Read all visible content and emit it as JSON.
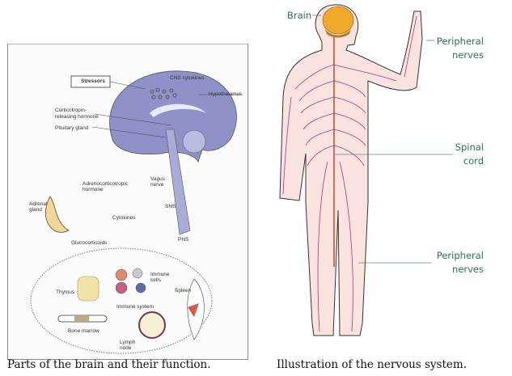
{
  "figures": [
    {
      "caption": "Parts of the brain and their function.",
      "labels": {
        "stressors": "Stressors",
        "cns_cytokines": "CNS cytokines",
        "hypothalamus": "Hypothalamus",
        "crh_line1": "Corticotropin-",
        "crh_line2": "releasing hormone",
        "pituitary": "Pituitary gland",
        "acth_line1": "Adrenocorticotropic",
        "acth_line2": "hormone",
        "vagus_line1": "Vagus",
        "vagus_line2": "nerve",
        "adrenal_line1": "Adrenal",
        "adrenal_line2": "gland",
        "cytokines": "Cytokines",
        "sns": "SNS",
        "pns": "PNS",
        "glucocorticoids": "Glucocorticoids",
        "thymus": "Thymus",
        "immune_cells_line1": "Immune",
        "immune_cells_line2": "cells",
        "immune_system": "Immune system",
        "spleen": "Spleen",
        "bone_marrow": "Bone marrow",
        "lymph_line1": "Lymph",
        "lymph_line2": "node"
      }
    },
    {
      "caption": "Illustration of the nervous system.",
      "labels": {
        "brain": "Brain",
        "peripheral_top_line1": "Peripheral",
        "peripheral_top_line2": "nerves",
        "spinal_line1": "Spinal",
        "spinal_line2": "cord",
        "peripheral_bottom_line1": "Peripheral",
        "peripheral_bottom_line2": "nerves"
      }
    }
  ],
  "colors": {
    "label_green": "#2f6e5a",
    "brain_purple": "#8f92c9",
    "brain_orange": "#f0a92a",
    "nerve_magenta": "#b0357f",
    "skin": "#fbe3df"
  }
}
